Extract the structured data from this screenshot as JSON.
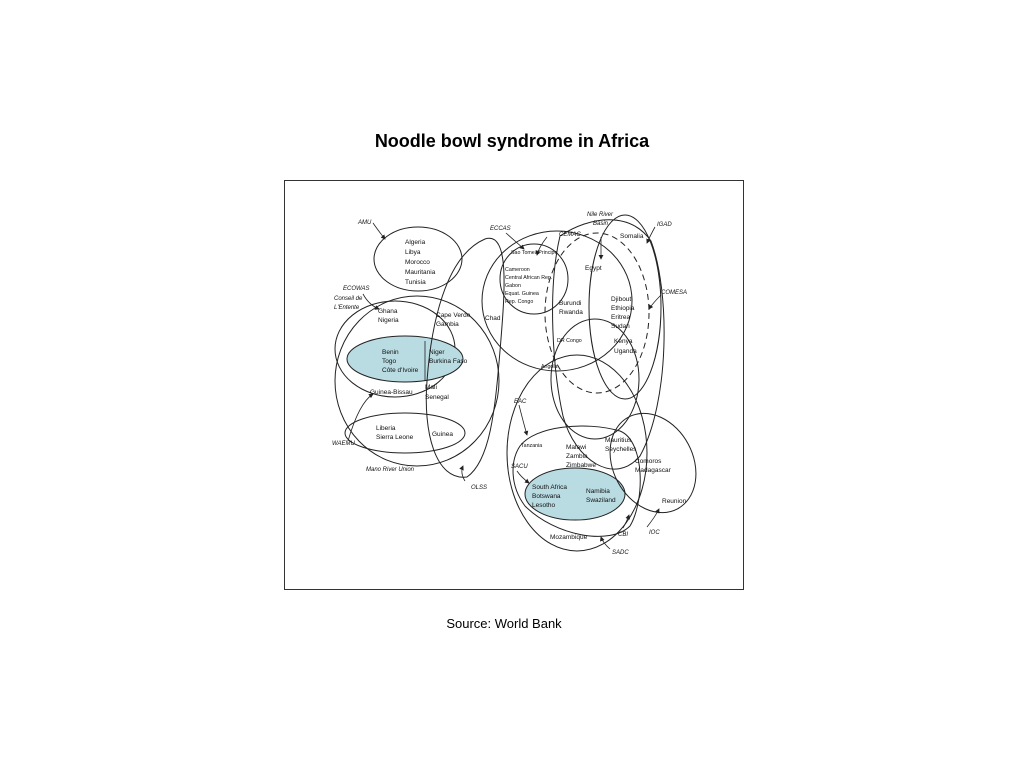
{
  "title": "Noodle bowl syndrome in Africa",
  "source": "Source: World Bank",
  "diagram": {
    "groups": {
      "amu": "AMU",
      "ecowas": "ECOWAS",
      "conseil1": "Conseil de",
      "conseil2": "L'Entente",
      "waemu": "WAEMU",
      "mano": "Mano River Union",
      "olss": "OLSS",
      "eccas": "ECCAS",
      "cemac": "CEMAC",
      "nile1": "Nile River",
      "nile2": "Basin",
      "igad": "IGAD",
      "comesa": "COMESA",
      "eac": "EAC",
      "sacu": "SACU",
      "cbi": "CBI",
      "ioc": "IOC",
      "sadc": "SADC"
    },
    "countries": {
      "algeria": "Algeria",
      "libya": "Libya",
      "morocco": "Morocco",
      "mauritania": "Mauritania",
      "tunisia": "Tunisia",
      "ghana": "Ghana",
      "nigeria": "Nigeria",
      "cape_verde": "Cape Verde",
      "gambia": "Gambia",
      "chad": "Chad",
      "benin": "Benin",
      "togo": "Togo",
      "cote": "Côte d'Ivoire",
      "niger": "Niger",
      "burkina": "Burkina Faso",
      "guinea_bissau": "Guinea-Bissau",
      "mali": "Mali",
      "senegal": "Senegal",
      "liberia": "Liberia",
      "sierra": "Sierra Leone",
      "guinea": "Guinea",
      "sao_tome": "Sao Tome&Principe",
      "cameroon": "Cameroon",
      "car": "Central African Rep.",
      "gabon": "Gabon",
      "eq_guinea": "Equat. Guinea",
      "rep_congo": "Rep. Congo",
      "somalia": "Somalia",
      "egypt": "Egypt",
      "burundi": "Burundi",
      "rwanda": "Rwanda",
      "djibouti": "Djibouti",
      "ethiopia": "Ethiopia",
      "eritrea": "Eritrea",
      "sudan": "Sudan",
      "dr_congo": "DR Congo",
      "kenya": "Kenya",
      "uganda": "Uganda",
      "angola": "Angola",
      "tanzania": "Tanzania",
      "malawi": "Malawi",
      "zambia": "Zambia",
      "zimbabwe": "Zimbabwe",
      "mauritius": "Mauritius",
      "seychelles": "Seychelles",
      "comoros": "Comoros",
      "madagascar": "Madagascar",
      "south_africa": "South Africa",
      "botswana": "Botswana",
      "lesotho": "Lesotho",
      "namibia": "Namibia",
      "swaziland": "Swaziland",
      "reunion": "Reunion",
      "mozambique": "Mozambique"
    }
  },
  "colors": {
    "highlight": "#b9dbe2",
    "line": "#222222",
    "frame": "#333333"
  }
}
